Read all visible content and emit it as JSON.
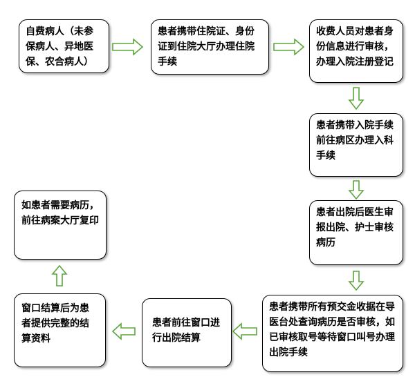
{
  "colors": {
    "arrow_fill": "#ffffff",
    "arrow_stroke": "#5aa63c",
    "box_border": "#000000"
  },
  "steps": [
    {
      "id": "s1",
      "text": "自费病人（未参保病人、异地医保、农合病人）"
    },
    {
      "id": "s2",
      "text": "患者携带住院证、身份证到住院大厅办理住院手续"
    },
    {
      "id": "s3",
      "text": "收费人员对患者身份信息进行审核，办理入院注册登记"
    },
    {
      "id": "s4",
      "text": "患者携带入院手续前往病区办理入科手续"
    },
    {
      "id": "s5",
      "text": "患者出院后医生审报出院、护士审核病历"
    },
    {
      "id": "s6",
      "text": "患者携带所有预交金收据在导医台处查询病历是否审核，如已审核取号等待窗口叫号办理出院手续"
    },
    {
      "id": "s7",
      "text": "患者前往窗口进行出院结算"
    },
    {
      "id": "s8",
      "text": "窗口结算后为患者提供完整的结算资料"
    },
    {
      "id": "s9",
      "text": "如患者需要病历，前往病案大厅复印"
    }
  ]
}
